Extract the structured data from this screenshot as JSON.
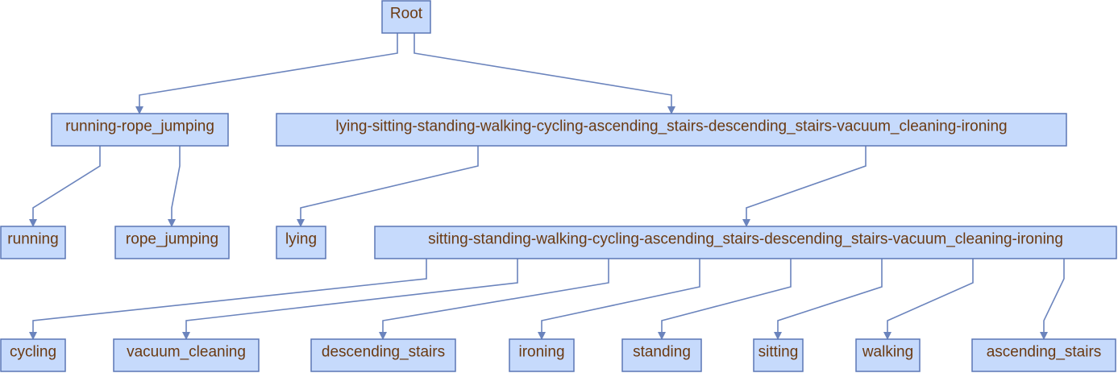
{
  "colors": {
    "node_fill": "#c6dafc",
    "node_border": "#5b77b5",
    "edge": "#6b84bd",
    "text": "#6b3a12",
    "background": "#ffffff"
  },
  "nodes": {
    "root": "Root",
    "running_rope_jumping": "running-rope_jumping",
    "lying_group": "lying-sitting-standing-walking-cycling-ascending_stairs-descending_stairs-vacuum_cleaning-ironing",
    "running": "running",
    "rope_jumping": "rope_jumping",
    "lying": "lying",
    "sitting_group": "sitting-standing-walking-cycling-ascending_stairs-descending_stairs-vacuum_cleaning-ironing",
    "cycling": "cycling",
    "vacuum_cleaning": "vacuum_cleaning",
    "descending_stairs": "descending_stairs",
    "ironing": "ironing",
    "standing": "standing",
    "sitting": "sitting",
    "walking": "walking",
    "ascending_stairs": "ascending_stairs"
  },
  "edges": [
    [
      "root",
      "running_rope_jumping"
    ],
    [
      "root",
      "lying_group"
    ],
    [
      "running_rope_jumping",
      "running"
    ],
    [
      "running_rope_jumping",
      "rope_jumping"
    ],
    [
      "lying_group",
      "lying"
    ],
    [
      "lying_group",
      "sitting_group"
    ],
    [
      "sitting_group",
      "cycling"
    ],
    [
      "sitting_group",
      "vacuum_cleaning"
    ],
    [
      "sitting_group",
      "descending_stairs"
    ],
    [
      "sitting_group",
      "ironing"
    ],
    [
      "sitting_group",
      "standing"
    ],
    [
      "sitting_group",
      "sitting"
    ],
    [
      "sitting_group",
      "walking"
    ],
    [
      "sitting_group",
      "ascending_stairs"
    ]
  ]
}
